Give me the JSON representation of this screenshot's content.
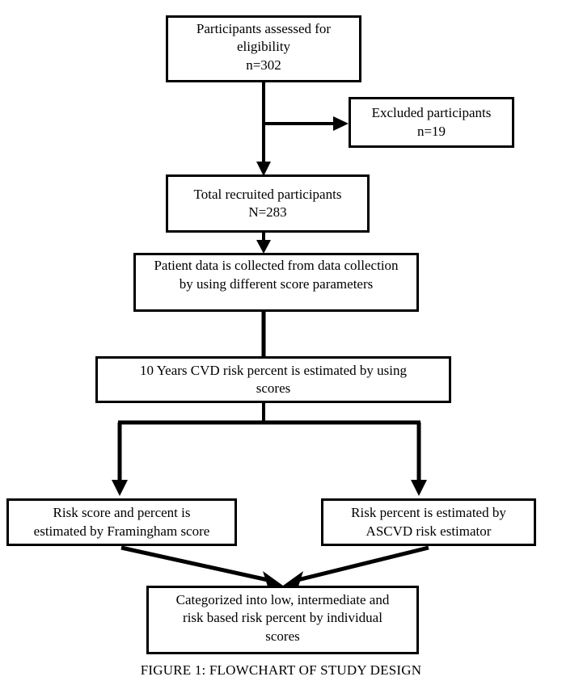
{
  "figure": {
    "caption": "FIGURE 1: FLOWCHART OF STUDY DESIGN",
    "colors": {
      "box_border": "#000000",
      "box_fill": "#ffffff",
      "text": "#000000",
      "connector": "#000000",
      "page_background": "#ffffff"
    }
  },
  "nodes": {
    "eligibility": {
      "text": "Participants assessed for\neligibility\nn=302",
      "count_label": "n=302",
      "count_value": 302
    },
    "excluded": {
      "text": "Excluded participants\nn=19",
      "count_label": "n=19",
      "count_value": 19
    },
    "recruited": {
      "text": "Total recruited participants\nN=283",
      "count_label": "N=283",
      "count_value": 283
    },
    "patient_data": {
      "text": "Patient data is collected from data collection\nby using different score parameters"
    },
    "cvd_risk": {
      "text": "10 Years CVD risk percent is estimated by using\nscores"
    },
    "framingham": {
      "text": "Risk score and percent is\nestimated by Framingham score"
    },
    "ascvd": {
      "text": "Risk percent is estimated by\nASCVD risk estimator"
    },
    "categorized": {
      "text": "Categorized into low, intermediate and\nrisk based risk percent by individual\nscores"
    }
  },
  "edges": [
    {
      "from": "eligibility",
      "to": "excluded",
      "style": "elbow-right",
      "arrowhead": true
    },
    {
      "from": "eligibility",
      "to": "recruited",
      "style": "vertical",
      "arrowhead": true
    },
    {
      "from": "recruited",
      "to": "patient_data",
      "style": "vertical",
      "arrowhead": true
    },
    {
      "from": "patient_data",
      "to": "cvd_risk",
      "style": "vertical",
      "arrowhead": false
    },
    {
      "from": "cvd_risk",
      "to": "framingham",
      "style": "split-left",
      "arrowhead": true
    },
    {
      "from": "cvd_risk",
      "to": "ascvd",
      "style": "split-right",
      "arrowhead": true
    },
    {
      "from": "framingham",
      "to": "categorized",
      "style": "diagonal",
      "arrowhead": true
    },
    {
      "from": "ascvd",
      "to": "categorized",
      "style": "diagonal",
      "arrowhead": true
    }
  ]
}
